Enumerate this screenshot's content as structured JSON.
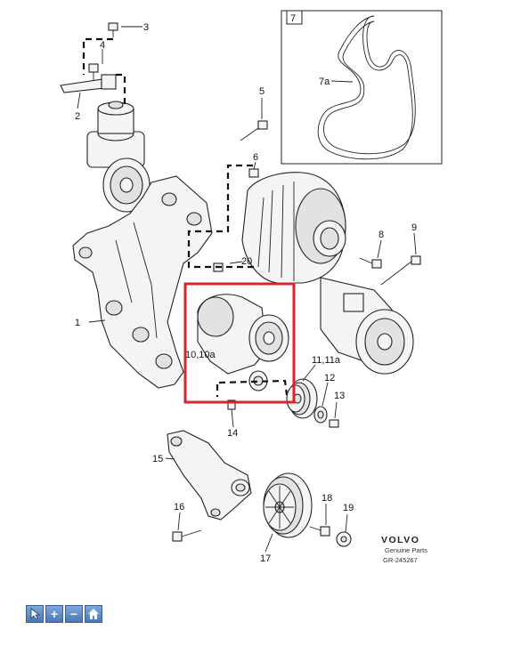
{
  "callouts": [
    {
      "id": "c1",
      "text": "1"
    },
    {
      "id": "c2",
      "text": "2"
    },
    {
      "id": "c3",
      "text": "3"
    },
    {
      "id": "c4",
      "text": "4"
    },
    {
      "id": "c5",
      "text": "5"
    },
    {
      "id": "c6",
      "text": "6"
    },
    {
      "id": "c7",
      "text": "7"
    },
    {
      "id": "c7a",
      "text": "7a"
    },
    {
      "id": "c8",
      "text": "8"
    },
    {
      "id": "c9",
      "text": "9"
    },
    {
      "id": "c10",
      "text": "10,10a"
    },
    {
      "id": "c11",
      "text": "11,11a"
    },
    {
      "id": "c12",
      "text": "12"
    },
    {
      "id": "c13",
      "text": "13"
    },
    {
      "id": "c14",
      "text": "14"
    },
    {
      "id": "c15",
      "text": "15"
    },
    {
      "id": "c16",
      "text": "16"
    },
    {
      "id": "c17",
      "text": "17"
    },
    {
      "id": "c18",
      "text": "18"
    },
    {
      "id": "c19",
      "text": "19"
    },
    {
      "id": "c20",
      "text": "20"
    }
  ],
  "brand": {
    "name": "VOLVO",
    "subtitle": "Genuine Parts",
    "code": "GR-245267"
  },
  "highlight": {
    "color": "#d9232d"
  },
  "toolbar": {
    "buttons": [
      {
        "name": "pointer-button",
        "icon": "cursor-icon"
      },
      {
        "name": "zoom-in-button",
        "icon": "plus-icon"
      },
      {
        "name": "zoom-out-button",
        "icon": "minus-icon"
      },
      {
        "name": "home-button",
        "icon": "home-icon"
      }
    ],
    "plus_glyph": "+",
    "minus_glyph": "−"
  }
}
